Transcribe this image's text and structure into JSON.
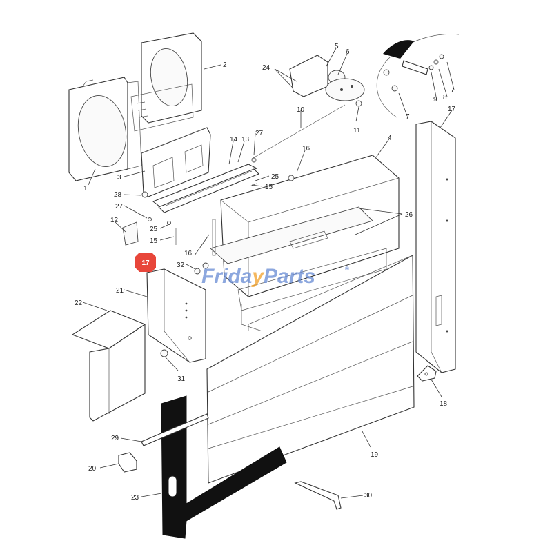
{
  "watermark": {
    "text_part1": "Frid",
    "text_part2": "a",
    "text_part3": "y",
    "text_part4": "Parts",
    "registered": "®",
    "color": "#6d8fd6"
  },
  "highlight": {
    "label": "17",
    "color": "#e8463a"
  },
  "callouts": {
    "c1": "1",
    "c2": "2",
    "c3": "3",
    "c4": "4",
    "c5": "5",
    "c6": "6",
    "c7a": "7",
    "c7b": "7",
    "c8": "8",
    "c9": "9",
    "c10": "10",
    "c11": "11",
    "c12": "12",
    "c13": "13",
    "c14": "14",
    "c15a": "15",
    "c15b": "15",
    "c16a": "16",
    "c16b": "16",
    "c17": "17",
    "c18": "18",
    "c19": "19",
    "c20": "20",
    "c21": "21",
    "c22": "22",
    "c23": "23",
    "c24": "24",
    "c25a": "25",
    "c25b": "25",
    "c26": "26",
    "c27a": "27",
    "c27b": "27",
    "c28": "28",
    "c29": "29",
    "c30": "30",
    "c31": "31",
    "c32": "32"
  }
}
